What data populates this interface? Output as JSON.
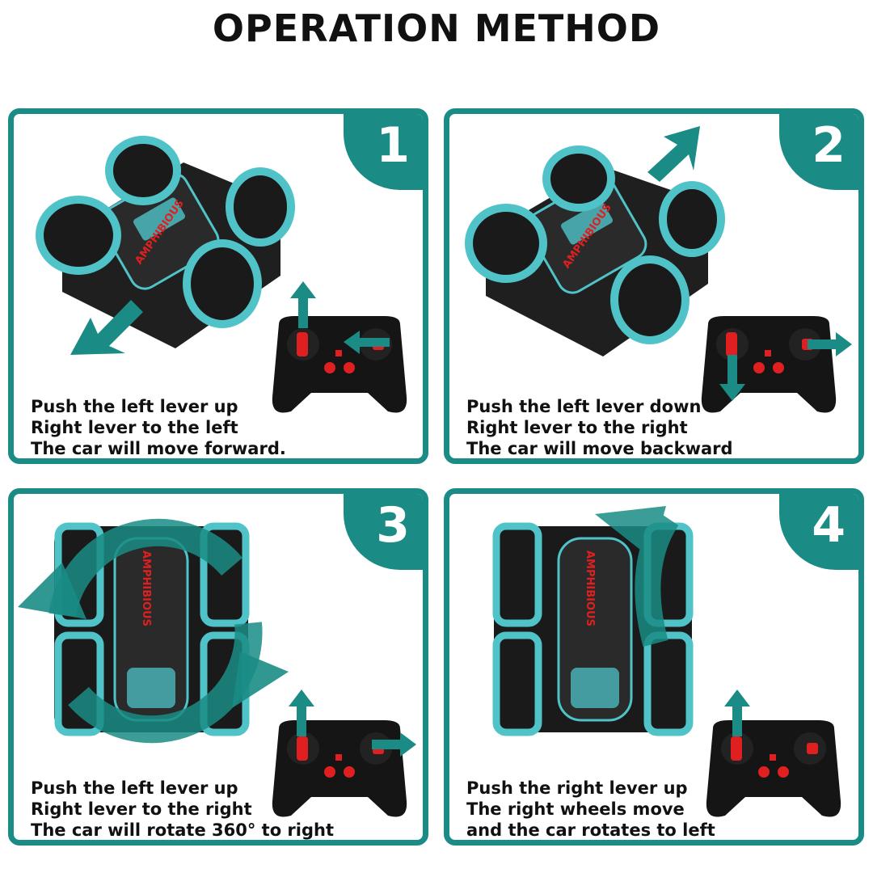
{
  "title": "OPERATION METHOD",
  "colors": {
    "accent": "#1a8c85",
    "wheel": "#4fc3c8",
    "body": "#1b1b1b",
    "remote_button": "#e02020"
  },
  "panels": [
    {
      "number": "1",
      "lines": [
        "Push the left lever up",
        "Right lever to the left",
        "The car will move forward."
      ],
      "brand_text": "AMPHIBIOUS",
      "icons": [
        "rc-car-image",
        "arrow-down-left-icon",
        "remote-controller-image",
        "arrow-up-icon",
        "arrow-left-icon"
      ]
    },
    {
      "number": "2",
      "lines": [
        "Push the left lever down",
        "Right lever to the right",
        "The car will move backward"
      ],
      "brand_text": "AMPHIBIOUS",
      "icons": [
        "rc-car-image",
        "arrow-up-right-icon",
        "remote-controller-image",
        "arrow-down-icon",
        "arrow-right-icon"
      ]
    },
    {
      "number": "3",
      "lines": [
        "Push the left lever up",
        "Right lever to the right",
        "The car will rotate 360° to right"
      ],
      "brand_text": "AMPHIBIOUS",
      "icons": [
        "rc-car-top-image",
        "rotate-circle-icon",
        "remote-controller-image",
        "arrow-up-icon",
        "arrow-right-icon"
      ]
    },
    {
      "number": "4",
      "lines": [
        "Push the right lever up",
        "The right wheels move",
        "and the car rotates to left"
      ],
      "brand_text": "AMPHIBIOUS",
      "icons": [
        "rc-car-top-image",
        "curved-arrow-left-icon",
        "remote-controller-image",
        "arrow-up-icon"
      ]
    }
  ]
}
